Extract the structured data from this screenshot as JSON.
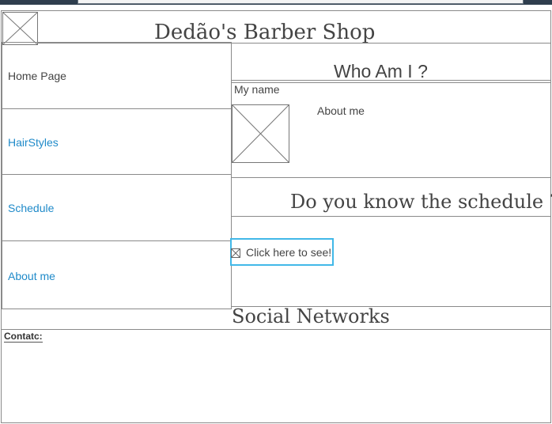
{
  "header": {
    "title": "Dedão's Barber Shop"
  },
  "sidebar": {
    "items": [
      {
        "label": "Home Page",
        "link": false
      },
      {
        "label": "HairStyles",
        "link": true
      },
      {
        "label": "Schedule",
        "link": true
      },
      {
        "label": "About me",
        "link": true
      }
    ]
  },
  "about_section": {
    "heading": "Who Am I ?",
    "name_label": "My name",
    "about_label": "About me"
  },
  "schedule_section": {
    "heading": "Do you know the schedule ?",
    "link_label": "Click here to see!"
  },
  "social_section": {
    "heading": "Social Networks"
  },
  "footer": {
    "contact_label": "Contatc:"
  },
  "colors": {
    "link": "#1f8ac9",
    "focus_border": "#41b8e8",
    "top_bar": "#2f3e4e"
  }
}
